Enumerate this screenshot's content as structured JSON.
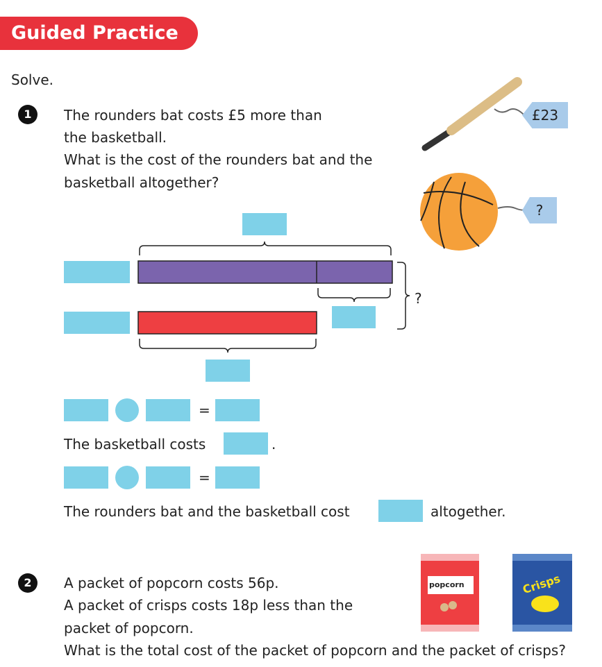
{
  "header": {
    "title": "Guided Practice"
  },
  "instruction": "Solve.",
  "q1": {
    "number": "1",
    "lines": [
      "The rounders bat costs £5 more than",
      "the basketball.",
      "What is the cost of the rounders bat and the",
      "basketball altogether?"
    ],
    "bat_price": "£23",
    "ball_price": "?",
    "total_label": "?",
    "equals": "=",
    "basketball_costs": "The basketball costs",
    "period": ".",
    "altogether_prefix": "The rounders bat and the basketball cost",
    "altogether_suffix": "altogether."
  },
  "q2": {
    "number": "2",
    "lines": [
      "A packet of popcorn costs 56p.",
      "A packet of crisps costs 18p less than the",
      "packet of popcorn.",
      "What is the total cost of the packet of popcorn and the packet of crisps?"
    ],
    "popcorn_label": "popcorn",
    "crisps_label": "Crisps"
  },
  "colors": {
    "header": "#e8323c",
    "box": "#7fd1e8",
    "purple": "#7b64ad",
    "red": "#ee3f42"
  }
}
